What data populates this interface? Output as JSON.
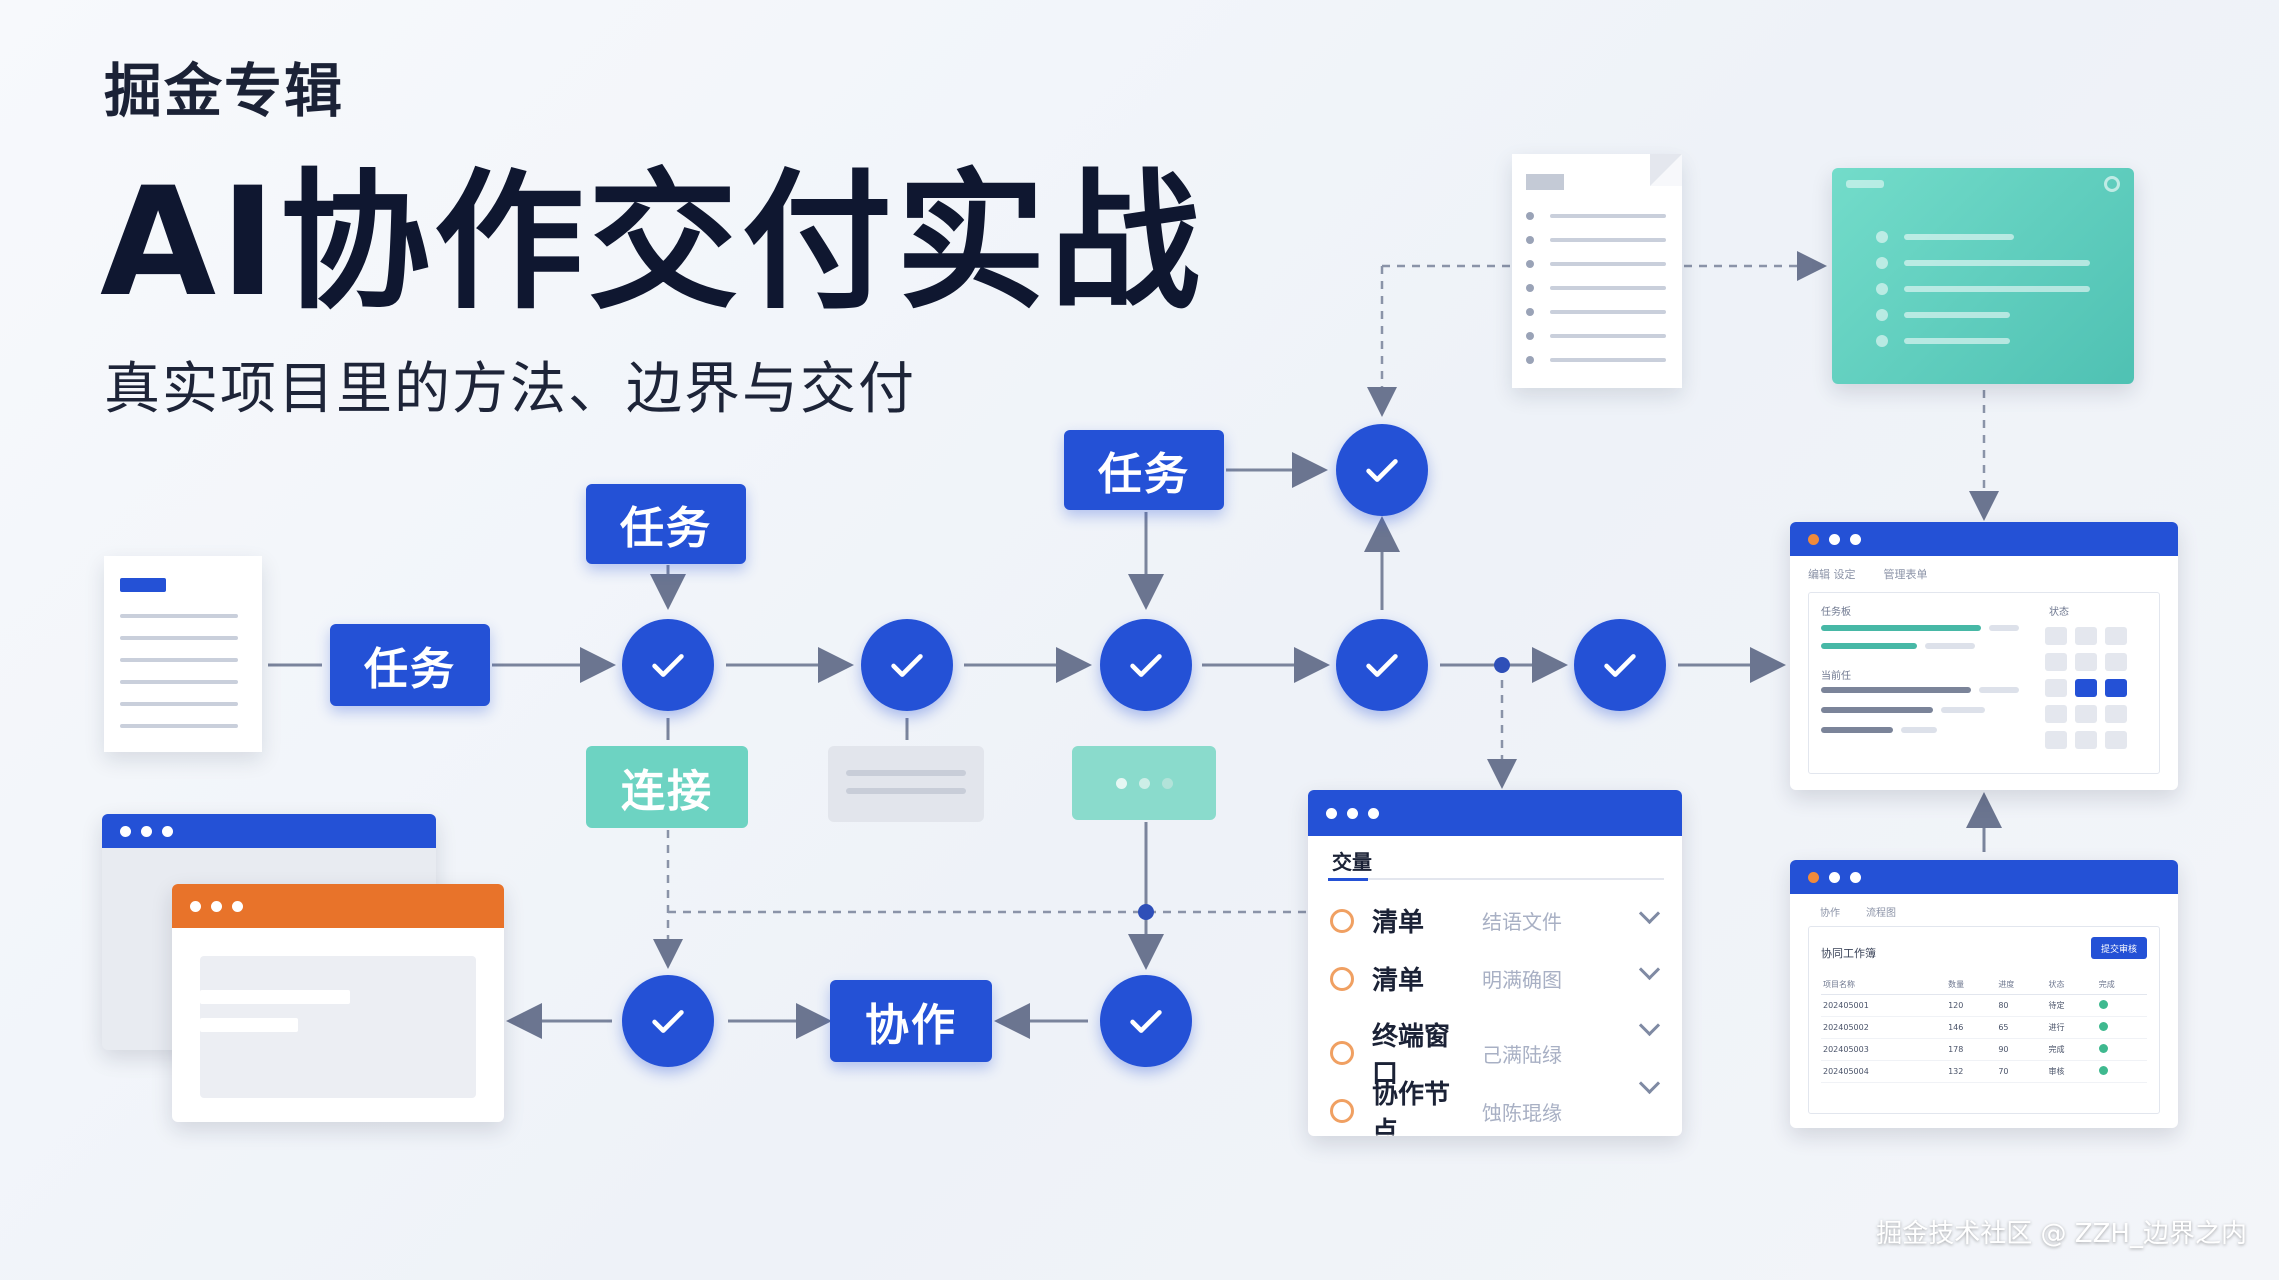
{
  "header": {
    "kicker": "掘金专辑",
    "title": "AI协作交付实战",
    "subtitle": "真实项目里的方法、边界与交付"
  },
  "nodes": {
    "task_left": "任务",
    "task_top": "任务",
    "task_upper": "任务",
    "connect": "连接",
    "collab": "协作"
  },
  "checklist_panel": {
    "header": "交量",
    "items": [
      {
        "label": "清单",
        "sub": "结语文件"
      },
      {
        "label": "清单",
        "sub": "明满确图"
      },
      {
        "label": "终端窗口",
        "sub": "己满陆绿"
      },
      {
        "label": "协作节点",
        "sub": "蚀陈琨缘"
      }
    ]
  },
  "right_top_window": {
    "tabs": [
      "编辑 设定",
      "管理表单"
    ],
    "left_label": "任务板",
    "right_label": "状态",
    "mid_label": "当前任"
  },
  "right_bottom_window": {
    "tabs": [
      "协作",
      "流程图"
    ],
    "section_title": "协同工作簿",
    "action_button": "提交审核",
    "columns": [
      "项目名称",
      "数量",
      "进度",
      "状态",
      "完成"
    ],
    "rows": [
      [
        "202405001",
        "120",
        "80",
        "待定",
        ""
      ],
      [
        "202405002",
        "146",
        "65",
        "进行",
        ""
      ],
      [
        "202405003",
        "178",
        "90",
        "完成",
        ""
      ],
      [
        "202405004",
        "132",
        "70",
        "审核",
        ""
      ]
    ]
  },
  "footer": {
    "credit": "掘金技术社区 @ ZZH_边界之内"
  },
  "colors": {
    "primary": "#2451d6",
    "teal": "#6dd3c2",
    "orange": "#e8732a",
    "background": "#f3f6fa"
  }
}
